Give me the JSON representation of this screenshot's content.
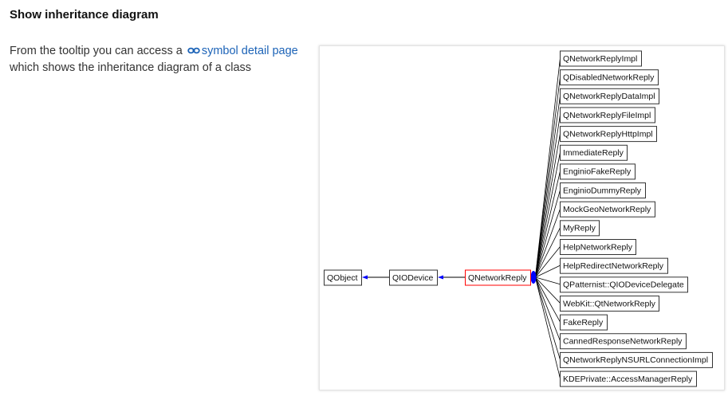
{
  "section": {
    "title": "Show inheritance diagram",
    "desc_before": "From the tooltip you can access a",
    "link_icon": "chain-link-icon",
    "link_text": "symbol detail page",
    "desc_after": "which shows the inheritance diagram of a class"
  },
  "colors": {
    "link": "#1c63b7",
    "edge_arrow": "#0000ff",
    "focus_border": "#ff0000"
  },
  "diagram": {
    "bases": [
      "QObject",
      "QIODevice"
    ],
    "focus": "QNetworkReply",
    "subclasses": [
      "QNetworkReplyImpl",
      "QDisabledNetworkReply",
      "QNetworkReplyDataImpl",
      "QNetworkReplyFileImpl",
      "QNetworkReplyHttpImpl",
      "ImmediateReply",
      "EnginioFakeReply",
      "EnginioDummyReply",
      "MockGeoNetworkReply",
      "MyReply",
      "HelpNetworkReply",
      "HelpRedirectNetworkReply",
      "QPatternist::QIODeviceDelegate",
      "WebKit::QtNetworkReply",
      "FakeReply",
      "CannedResponseNetworkReply",
      "QNetworkReplyNSURLConnectionImpl",
      "KDEPrivate::AccessManagerReply"
    ]
  }
}
